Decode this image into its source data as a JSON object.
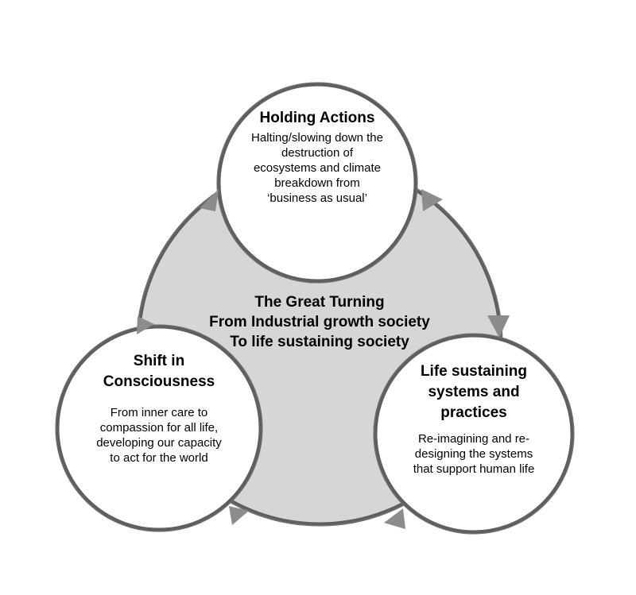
{
  "center": {
    "lines": [
      "The Great Turning",
      "From Industrial growth society",
      "To life sustaining society"
    ]
  },
  "nodes": {
    "holding": {
      "title": "Holding Actions",
      "desc_lines": [
        "Halting/slowing down the",
        "destruction of",
        "ecosystems and climate",
        "breakdown from",
        "‘business as usual’"
      ]
    },
    "shift": {
      "title_lines": [
        "Shift in",
        "Consciousness"
      ],
      "desc_lines": [
        "From inner care to",
        "compassion for all life,",
        "developing our capacity",
        "to act for the world"
      ]
    },
    "life": {
      "title_lines": [
        "Life sustaining",
        "systems and",
        "practices"
      ],
      "desc_lines": [
        "Re-imagining and re-",
        "designing the systems",
        "that support human life"
      ]
    }
  },
  "colors": {
    "background_circle": "#d6d6d6",
    "stroke": "#5f5f5f",
    "arrow": "#8c8c8c",
    "node_fill": "#ffffff"
  }
}
